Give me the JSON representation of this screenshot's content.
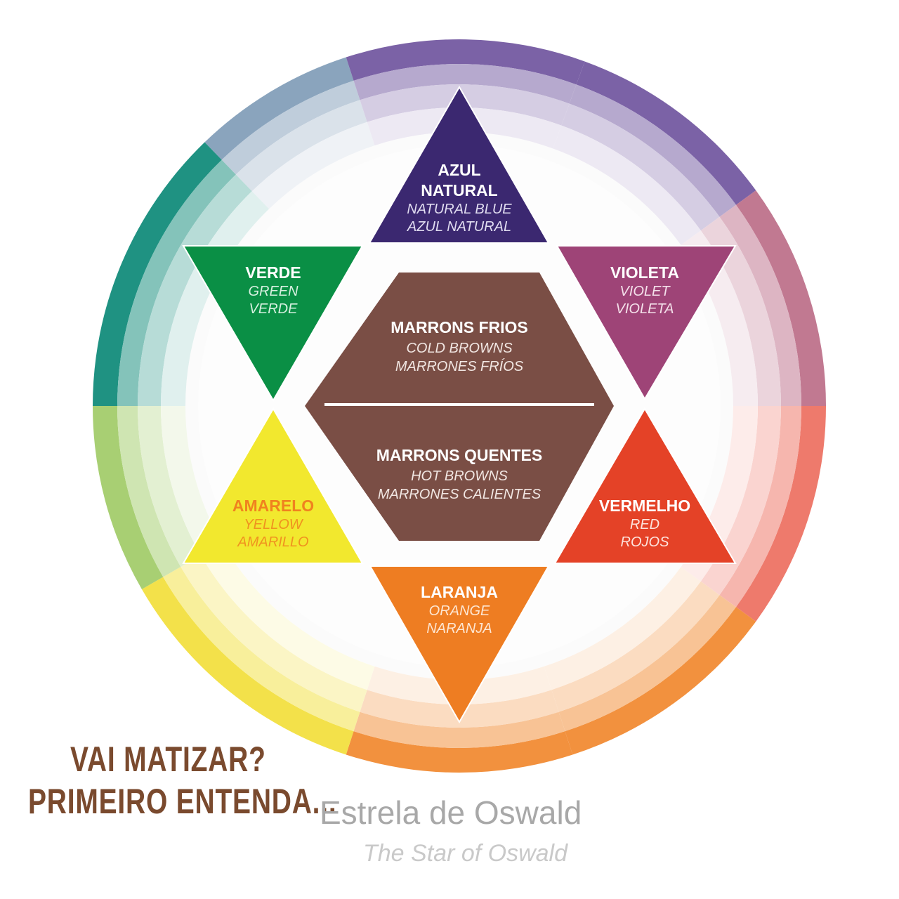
{
  "diagram": {
    "segment_colors": {
      "blue": "#8aa4bd",
      "violet": "#7b62a6",
      "mauve": "#c17991",
      "red": "#ee7a6c",
      "orange": "#f2913e",
      "yellow": "#f3e14a",
      "lime": "#a8cf73",
      "teal": "#1f9282"
    },
    "triangles": [
      {
        "id": "azul",
        "title_lines": [
          "AZUL",
          "NATURAL"
        ],
        "sub_en": "NATURAL BLUE",
        "sub_es": "AZUL NATURAL",
        "color": "#3b2870",
        "text_color": "#ffffff",
        "sub_color": "#e0dcf0"
      },
      {
        "id": "violeta",
        "title_lines": [
          "VIOLETA"
        ],
        "sub_en": "VIOLET",
        "sub_es": "VIOLETA",
        "color": "#9e4477",
        "text_color": "#ffffff",
        "sub_color": "#f4e0ea"
      },
      {
        "id": "vermelho",
        "title_lines": [
          "VERMELHO"
        ],
        "sub_en": "RED",
        "sub_es": "ROJOS",
        "color": "#e44227",
        "text_color": "#ffffff",
        "sub_color": "#fde3dc"
      },
      {
        "id": "laranja",
        "title_lines": [
          "LARANJA"
        ],
        "sub_en": "ORANGE",
        "sub_es": "NARANJA",
        "color": "#ee7d22",
        "text_color": "#ffffff",
        "sub_color": "#fde6d2"
      },
      {
        "id": "amarelo",
        "title_lines": [
          "AMARELO"
        ],
        "sub_en": "YELLOW",
        "sub_es": "AMARILLO",
        "color": "#f2e82e",
        "text_color": "#f0821f",
        "sub_color": "#f0921f"
      },
      {
        "id": "verde",
        "title_lines": [
          "VERDE"
        ],
        "sub_en": "GREEN",
        "sub_es": "VERDE",
        "color": "#0a8f45",
        "text_color": "#ffffff",
        "sub_color": "#d7f0e0"
      }
    ],
    "center": {
      "color": "#7a4e45",
      "top": {
        "title": "MARRONS FRIOS",
        "sub_en": "COLD BROWNS",
        "sub_es": "MARRONES FRÍOS"
      },
      "bottom": {
        "title": "MARRONS QUENTES",
        "sub_en": "HOT BROWNS",
        "sub_es": "MARRONES CALIENTES"
      }
    }
  },
  "headline": {
    "line1": "VAI MATIZAR?",
    "line2": "PRIMEIRO ENTENDA..."
  },
  "footer": {
    "title": "Estrela de Oswald",
    "subtitle": "The Star of Oswald"
  }
}
